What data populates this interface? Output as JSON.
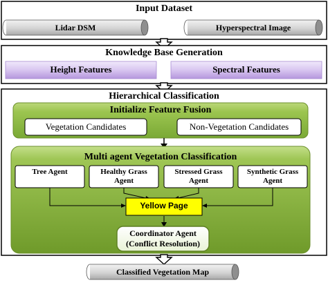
{
  "input_section": {
    "title": "Input Dataset",
    "lidar": "Lidar DSM",
    "hyperspectral": "Hyperspectral Image"
  },
  "kb_section": {
    "title": "Knowledge Base Generation",
    "height": "Height Features",
    "spectral": "Spectral Features"
  },
  "hier_section": {
    "title": "Hierarchical Classification",
    "fusion": {
      "title": "Initialize Feature Fusion",
      "veg": "Vegetation Candidates",
      "nonveg": "Non-Vegetation Candidates"
    },
    "multi": {
      "title": "Multi agent Vegetation Classification",
      "agents": [
        {
          "line1": "Tree Agent",
          "line2": ""
        },
        {
          "line1": "Healthy Grass",
          "line2": "Agent"
        },
        {
          "line1": "Stressed Grass",
          "line2": "Agent"
        },
        {
          "line1": "Synthetic Grass",
          "line2": "Agent"
        }
      ],
      "yellow_page": "Yellow Page",
      "coordinator_line1": "Coordinator Agent",
      "coordinator_line2": "(Conflict Resolution)"
    }
  },
  "output": {
    "label": "Classified Vegetation Map"
  },
  "colors": {
    "green_dark": "#6f9a2a",
    "green_light": "#cfe79a",
    "purple_dark": "#b596dd",
    "purple_light": "#ede3f9",
    "yellow": "#ffff00",
    "gray_dark": "#a9a9a9",
    "gray_light": "#f0f0f0"
  }
}
